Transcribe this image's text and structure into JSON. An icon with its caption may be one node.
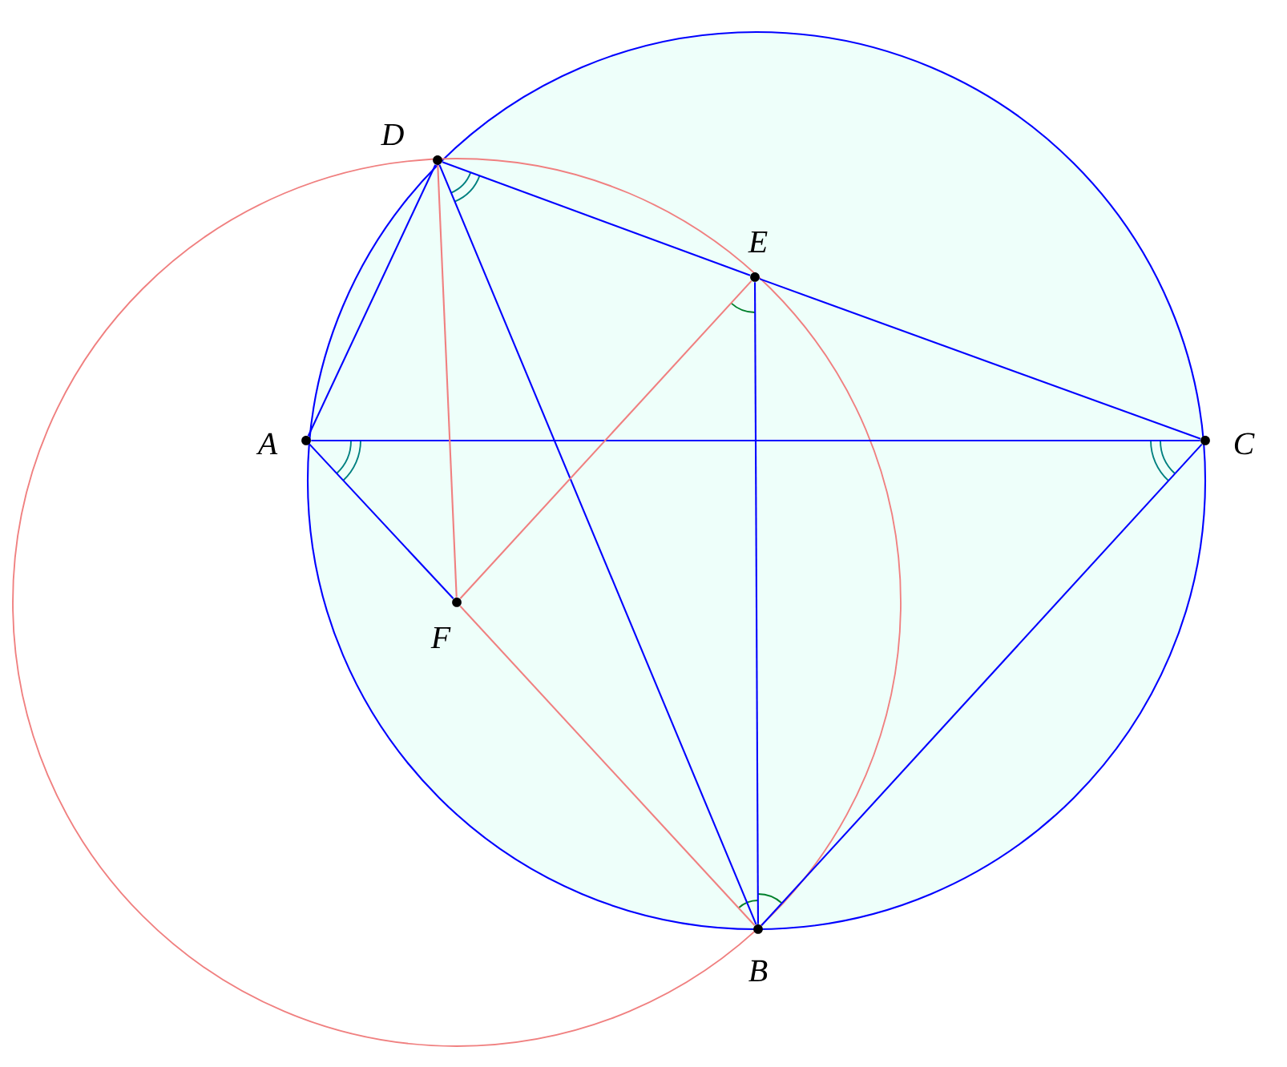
{
  "diagram": {
    "nodes": [
      {
        "text": [
          "D"
        ]
      },
      {
        "text": [
          "E"
        ]
      },
      {
        "text": [
          "A"
        ]
      },
      {
        "text": [
          "C"
        ]
      },
      {
        "text": [
          "F"
        ]
      },
      {
        "text": [
          "B"
        ]
      }
    ],
    "edges": [
      {
        "from": 2,
        "to": 0,
        "arrow": "none"
      },
      {
        "from": 0,
        "to": 1,
        "arrow": "none"
      },
      {
        "from": 1,
        "to": 3,
        "arrow": "none"
      },
      {
        "from": 0,
        "to": 5,
        "arrow": "none"
      },
      {
        "from": 2,
        "to": 3,
        "arrow": "none"
      },
      {
        "from": 1,
        "to": 5,
        "arrow": "none"
      },
      {
        "from": 3,
        "to": 5,
        "arrow": "none"
      },
      {
        "from": 2,
        "to": 4,
        "arrow": "none"
      },
      {
        "from": 0,
        "to": 4,
        "arrow": "none",
        "color": "#f08080"
      },
      {
        "from": 4,
        "to": 1,
        "arrow": "none",
        "color": "#f08080"
      },
      {
        "from": 4,
        "to": 5,
        "arrow": "none",
        "color": "#f08080"
      }
    ]
  }
}
